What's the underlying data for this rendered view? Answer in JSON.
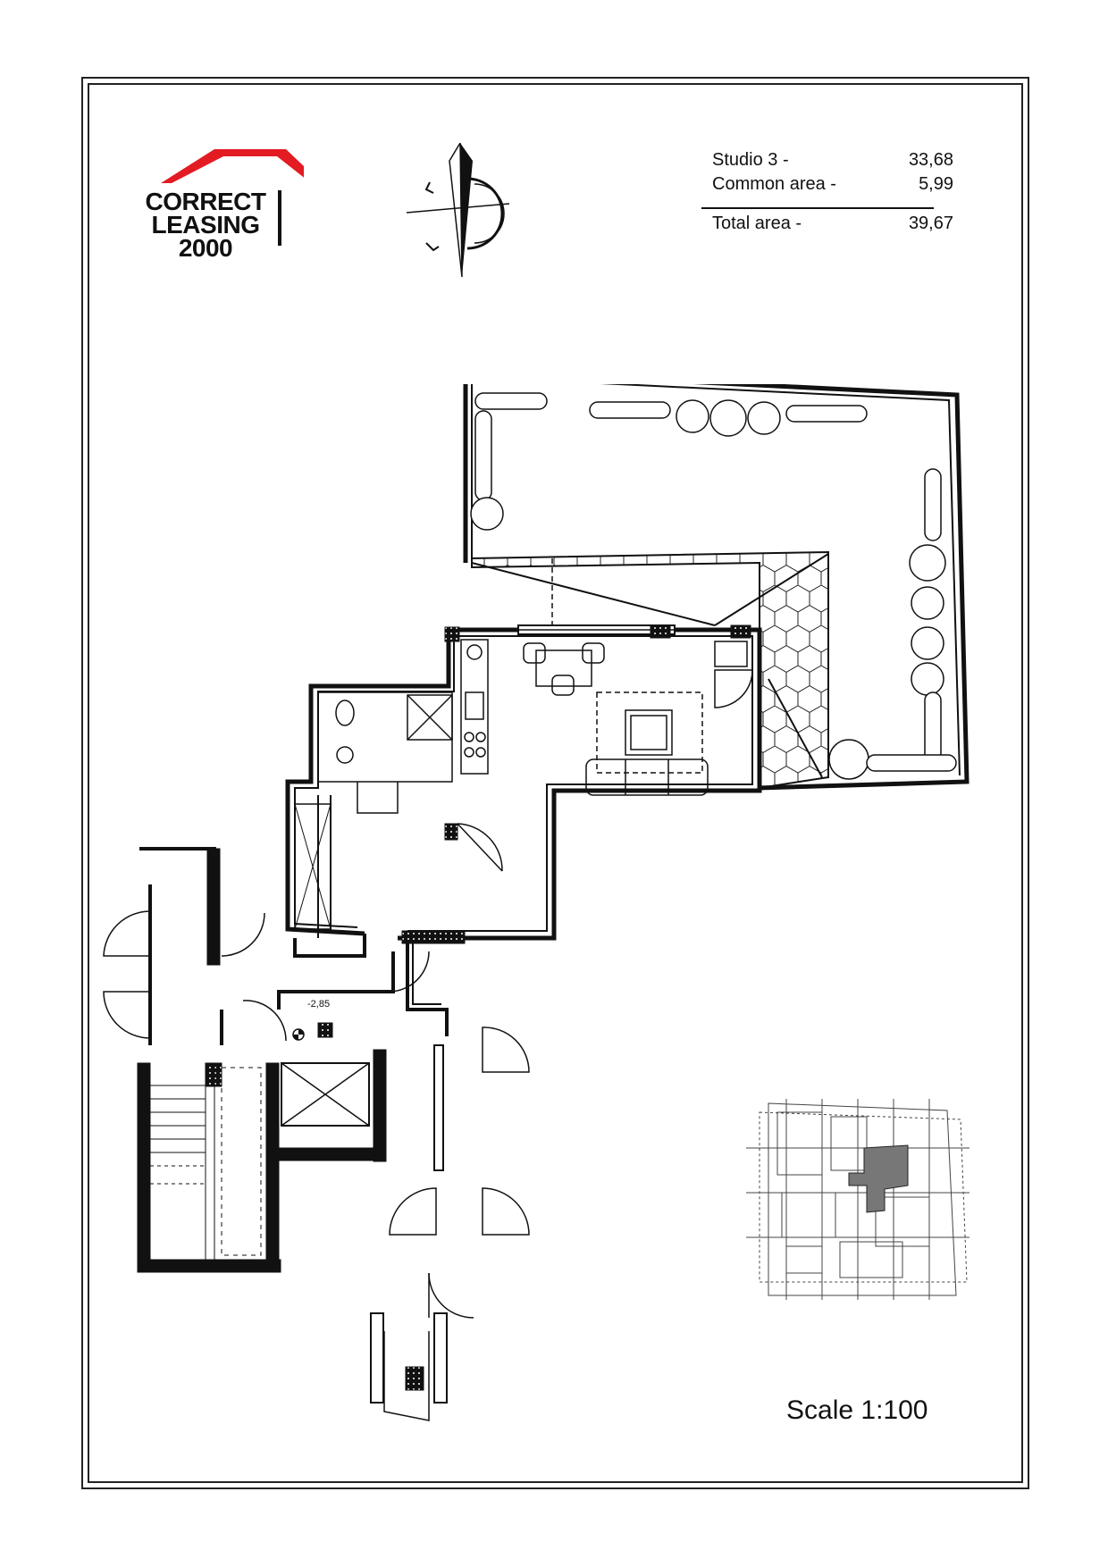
{
  "logo": {
    "line1": "CORRECT",
    "line2": "LEASING",
    "line3": "2000",
    "roof_color": "#e31b23"
  },
  "areas": {
    "rows": [
      {
        "label": "Studio  3 -",
        "value": "33,68"
      },
      {
        "label": "Common area -",
        "value": "5,99"
      }
    ],
    "total": {
      "label": "Total area -",
      "value": "39,67"
    }
  },
  "plan": {
    "level_marker": "-2,85"
  },
  "scale": "Scale 1:100",
  "icons": [
    "north-arrow-icon",
    "level-marker-icon"
  ]
}
